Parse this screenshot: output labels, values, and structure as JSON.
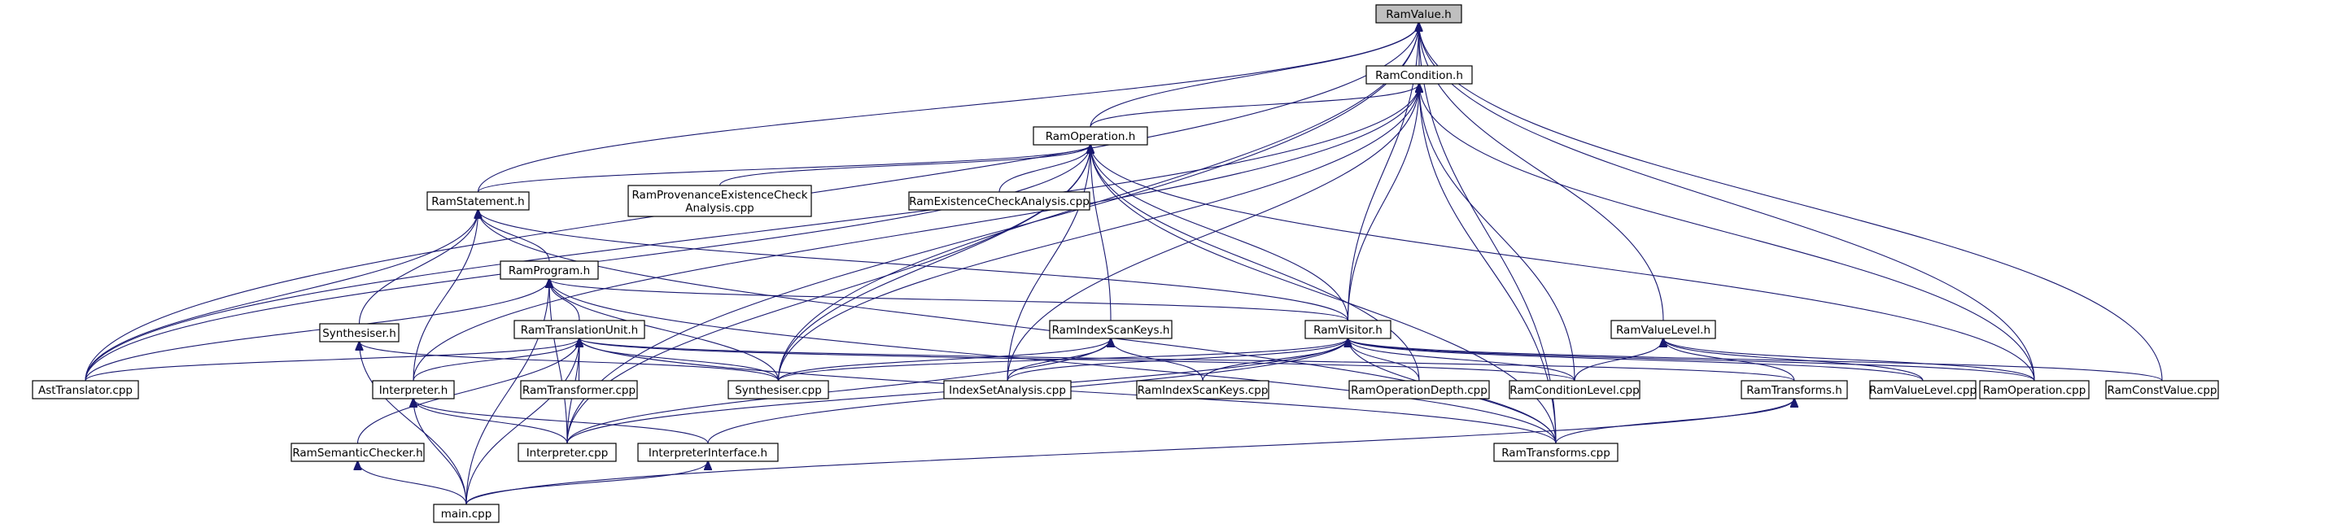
{
  "diagram": {
    "root": "ramvalue-h",
    "nodes": [
      {
        "id": "ramvalue-h",
        "lines": [
          "RamValue.h"
        ]
      },
      {
        "id": "ramcondition-h",
        "lines": [
          "RamCondition.h"
        ]
      },
      {
        "id": "ramoperation-h",
        "lines": [
          "RamOperation.h"
        ]
      },
      {
        "id": "ramstatement-h",
        "lines": [
          "RamStatement.h"
        ]
      },
      {
        "id": "ramprovenance-cpp",
        "lines": [
          "RamProvenanceExistenceCheck",
          "Analysis.cpp"
        ]
      },
      {
        "id": "ramexistence-cpp",
        "lines": [
          "RamExistenceCheckAnalysis.cpp"
        ]
      },
      {
        "id": "ramprogram-h",
        "lines": [
          "RamProgram.h"
        ]
      },
      {
        "id": "synthesiser-h",
        "lines": [
          "Synthesiser.h"
        ]
      },
      {
        "id": "ramtranslationunit-h",
        "lines": [
          "RamTranslationUnit.h"
        ]
      },
      {
        "id": "ramindexscankeys-h",
        "lines": [
          "RamIndexScanKeys.h"
        ]
      },
      {
        "id": "ramvisitor-h",
        "lines": [
          "RamVisitor.h"
        ]
      },
      {
        "id": "ramvaluelevel-h",
        "lines": [
          "RamValueLevel.h"
        ]
      },
      {
        "id": "asttranslator-cpp",
        "lines": [
          "AstTranslator.cpp"
        ]
      },
      {
        "id": "interpreter-h",
        "lines": [
          "Interpreter.h"
        ]
      },
      {
        "id": "ramtransformer-cpp",
        "lines": [
          "RamTransformer.cpp"
        ]
      },
      {
        "id": "synthesiser-cpp",
        "lines": [
          "Synthesiser.cpp"
        ]
      },
      {
        "id": "indexsetanalysis-cpp",
        "lines": [
          "IndexSetAnalysis.cpp"
        ]
      },
      {
        "id": "ramindexscankeys-cpp",
        "lines": [
          "RamIndexScanKeys.cpp"
        ]
      },
      {
        "id": "ramoperationdepth-cpp",
        "lines": [
          "RamOperationDepth.cpp"
        ]
      },
      {
        "id": "ramconditionlevel-cpp",
        "lines": [
          "RamConditionLevel.cpp"
        ]
      },
      {
        "id": "ramtransforms-h",
        "lines": [
          "RamTransforms.h"
        ]
      },
      {
        "id": "ramvaluelevel-cpp",
        "lines": [
          "RamValueLevel.cpp"
        ]
      },
      {
        "id": "ramoperation-cpp",
        "lines": [
          "RamOperation.cpp"
        ]
      },
      {
        "id": "ramconstvalue-cpp",
        "lines": [
          "RamConstValue.cpp"
        ]
      },
      {
        "id": "ramsemanticchecker-h",
        "lines": [
          "RamSemanticChecker.h"
        ]
      },
      {
        "id": "interpreter-cpp",
        "lines": [
          "Interpreter.cpp"
        ]
      },
      {
        "id": "interpreterinterface-h",
        "lines": [
          "InterpreterInterface.h"
        ]
      },
      {
        "id": "ramtransforms-cpp",
        "lines": [
          "RamTransforms.cpp"
        ]
      },
      {
        "id": "main-cpp",
        "lines": [
          "main.cpp"
        ]
      }
    ],
    "edges": [
      [
        "ramcondition-h",
        "ramvalue-h"
      ],
      [
        "ramoperation-h",
        "ramvalue-h"
      ],
      [
        "ramstatement-h",
        "ramvalue-h"
      ],
      [
        "asttranslator-cpp",
        "ramvalue-h"
      ],
      [
        "interpreter-cpp",
        "ramvalue-h"
      ],
      [
        "synthesiser-cpp",
        "ramvalue-h"
      ],
      [
        "ramvisitor-h",
        "ramvalue-h"
      ],
      [
        "ramvaluelevel-h",
        "ramvalue-h"
      ],
      [
        "ramoperation-cpp",
        "ramvalue-h"
      ],
      [
        "ramconstvalue-cpp",
        "ramvalue-h"
      ],
      [
        "ramtransforms-cpp",
        "ramvalue-h"
      ],
      [
        "ramoperation-h",
        "ramcondition-h"
      ],
      [
        "asttranslator-cpp",
        "ramcondition-h"
      ],
      [
        "interpreter-h",
        "ramcondition-h"
      ],
      [
        "synthesiser-cpp",
        "ramcondition-h"
      ],
      [
        "ramvisitor-h",
        "ramcondition-h"
      ],
      [
        "indexsetanalysis-cpp",
        "ramcondition-h"
      ],
      [
        "ramconditionlevel-cpp",
        "ramcondition-h"
      ],
      [
        "ramoperation-cpp",
        "ramcondition-h"
      ],
      [
        "ramtransforms-cpp",
        "ramcondition-h"
      ],
      [
        "ramstatement-h",
        "ramoperation-h"
      ],
      [
        "ramprovenance-cpp",
        "ramoperation-h"
      ],
      [
        "ramexistence-cpp",
        "ramoperation-h"
      ],
      [
        "asttranslator-cpp",
        "ramoperation-h"
      ],
      [
        "ramindexscankeys-h",
        "ramoperation-h"
      ],
      [
        "ramvisitor-h",
        "ramoperation-h"
      ],
      [
        "synthesiser-cpp",
        "ramoperation-h"
      ],
      [
        "interpreter-cpp",
        "ramoperation-h"
      ],
      [
        "indexsetanalysis-cpp",
        "ramoperation-h"
      ],
      [
        "ramoperationdepth-cpp",
        "ramoperation-h"
      ],
      [
        "ramtransforms-cpp",
        "ramoperation-h"
      ],
      [
        "ramoperation-cpp",
        "ramoperation-h"
      ],
      [
        "ramprogram-h",
        "ramstatement-h"
      ],
      [
        "synthesiser-h",
        "ramstatement-h"
      ],
      [
        "asttranslator-cpp",
        "ramstatement-h"
      ],
      [
        "interpreter-h",
        "ramstatement-h"
      ],
      [
        "ramvisitor-h",
        "ramstatement-h"
      ],
      [
        "ramtransforms-cpp",
        "ramstatement-h"
      ],
      [
        "ramtranslationunit-h",
        "ramprogram-h"
      ],
      [
        "asttranslator-cpp",
        "ramprogram-h"
      ],
      [
        "interpreter-cpp",
        "ramprogram-h"
      ],
      [
        "synthesiser-cpp",
        "ramprogram-h"
      ],
      [
        "ramvisitor-h",
        "ramprogram-h"
      ],
      [
        "main-cpp",
        "ramprogram-h"
      ],
      [
        "ramtransforms-cpp",
        "ramprogram-h"
      ],
      [
        "synthesiser-cpp",
        "synthesiser-h"
      ],
      [
        "main-cpp",
        "synthesiser-h"
      ],
      [
        "asttranslator-cpp",
        "ramtranslationunit-h"
      ],
      [
        "interpreter-h",
        "ramtranslationunit-h"
      ],
      [
        "ramtransformer-cpp",
        "ramtranslationunit-h"
      ],
      [
        "synthesiser-cpp",
        "ramtranslationunit-h"
      ],
      [
        "ramsemanticchecker-h",
        "ramtranslationunit-h"
      ],
      [
        "interpreter-cpp",
        "ramtranslationunit-h"
      ],
      [
        "main-cpp",
        "ramtranslationunit-h"
      ],
      [
        "ramtransforms-cpp",
        "ramtranslationunit-h"
      ],
      [
        "ramconditionlevel-cpp",
        "ramtranslationunit-h"
      ],
      [
        "ramtransforms-h",
        "ramtranslationunit-h"
      ],
      [
        "synthesiser-cpp",
        "ramindexscankeys-h"
      ],
      [
        "indexsetanalysis-cpp",
        "ramindexscankeys-h"
      ],
      [
        "ramindexscankeys-cpp",
        "ramindexscankeys-h"
      ],
      [
        "interpreter-cpp",
        "ramindexscankeys-h"
      ],
      [
        "synthesiser-cpp",
        "ramvisitor-h"
      ],
      [
        "indexsetanalysis-cpp",
        "ramvisitor-h"
      ],
      [
        "ramindexscankeys-cpp",
        "ramvisitor-h"
      ],
      [
        "ramoperationdepth-cpp",
        "ramvisitor-h"
      ],
      [
        "ramconditionlevel-cpp",
        "ramvisitor-h"
      ],
      [
        "ramvaluelevel-cpp",
        "ramvisitor-h"
      ],
      [
        "ramoperation-cpp",
        "ramvisitor-h"
      ],
      [
        "ramconstvalue-cpp",
        "ramvisitor-h"
      ],
      [
        "interpreter-cpp",
        "ramvisitor-h"
      ],
      [
        "interpreterinterface-h",
        "ramvisitor-h"
      ],
      [
        "ramtransforms-cpp",
        "ramvisitor-h"
      ],
      [
        "ramconditionlevel-cpp",
        "ramvaluelevel-h"
      ],
      [
        "ramtransforms-h",
        "ramvaluelevel-h"
      ],
      [
        "ramvaluelevel-cpp",
        "ramvaluelevel-h"
      ],
      [
        "ramoperation-cpp",
        "ramvaluelevel-h"
      ],
      [
        "interpreter-cpp",
        "interpreter-h"
      ],
      [
        "interpreterinterface-h",
        "interpreter-h"
      ],
      [
        "main-cpp",
        "interpreter-h"
      ],
      [
        "ramtransforms-cpp",
        "ramtransforms-h"
      ],
      [
        "main-cpp",
        "ramtransforms-h"
      ],
      [
        "main-cpp",
        "ramsemanticchecker-h"
      ],
      [
        "main-cpp",
        "interpreterinterface-h"
      ]
    ]
  }
}
